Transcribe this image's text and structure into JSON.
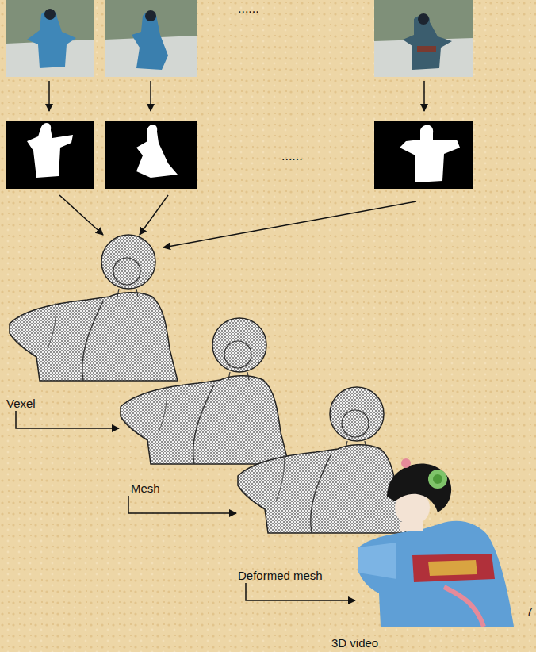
{
  "diagram": {
    "nodes": [
      {
        "text": [
          "Vexel"
        ]
      },
      {
        "text": [
          "Mesh"
        ]
      },
      {
        "text": [
          "Deformed mesh"
        ]
      },
      {
        "text": [
          "3D video"
        ]
      }
    ],
    "edges": [
      {
        "from": 0,
        "to": 1,
        "arrow": "to"
      },
      {
        "from": 1,
        "to": 2,
        "arrow": "to"
      },
      {
        "from": 2,
        "to": 3,
        "arrow": "to"
      }
    ],
    "labels": [
      "......",
      "......",
      "7"
    ]
  }
}
